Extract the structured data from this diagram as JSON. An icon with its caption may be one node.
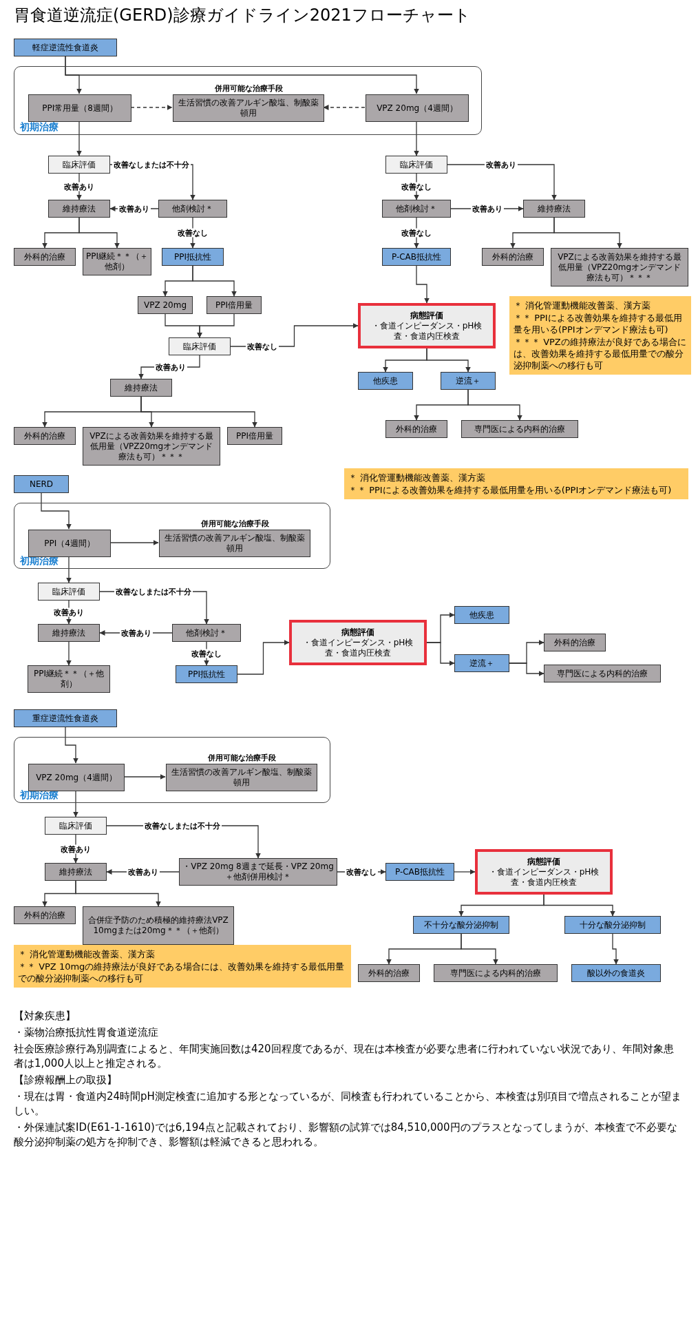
{
  "diagram": {
    "title": "胃食道逆流症(GERD)診療ガイドライン2021フローチャート",
    "nodes": [
      {
        "text": [
          "軽症逆流性食道炎"
        ]
      },
      {
        "text": [
          "初期治療"
        ]
      },
      {
        "text": [
          "PPI常用量（8週間）"
        ],
        "in": 1
      },
      {
        "text": [
          "併用可能な治療手段",
          "生活習慣の改善アルギン酸塩、制酸薬頓用"
        ],
        "in": 1
      },
      {
        "text": [
          "VPZ 20mg（4週間）"
        ],
        "in": 1
      },
      {
        "text": [
          "臨床評価"
        ]
      },
      {
        "text": [
          "維持療法"
        ]
      },
      {
        "text": [
          "他剤検討＊"
        ]
      },
      {
        "text": [
          "外科的治療"
        ]
      },
      {
        "text": [
          "PPI継続＊＊（＋他剤）"
        ]
      },
      {
        "text": [
          "PPI抵抗性"
        ]
      },
      {
        "text": [
          "VPZ 20mg"
        ]
      },
      {
        "text": [
          "PPI倍用量"
        ]
      },
      {
        "text": [
          "臨床評価"
        ]
      },
      {
        "text": [
          "維持療法"
        ]
      },
      {
        "text": [
          "外科的治療"
        ]
      },
      {
        "text": [
          "VPZによる改善効果を維持する最低用量（VPZ20mgオンデマンド療法も可）＊＊＊"
        ]
      },
      {
        "text": [
          "PPI倍用量"
        ]
      },
      {
        "text": [
          "臨床評価"
        ]
      },
      {
        "text": [
          "維持療法"
        ]
      },
      {
        "text": [
          "他剤検討＊"
        ]
      },
      {
        "text": [
          "外科的治療"
        ]
      },
      {
        "text": [
          "VPZによる改善効果を維持する最低用量（VPZ20mgオンデマンド療法も可）＊＊＊"
        ]
      },
      {
        "text": [
          "P-CAB抵抗性"
        ]
      },
      {
        "text": [
          "病態評価",
          "・食道インピーダンス・pH検査・食道内圧検査"
        ]
      },
      {
        "text": [
          "他疾患"
        ]
      },
      {
        "text": [
          "逆流＋"
        ]
      },
      {
        "text": [
          "外科的治療"
        ]
      },
      {
        "text": [
          "専門医による内科的治療"
        ]
      },
      {
        "text": [
          "NERD"
        ]
      },
      {
        "text": [
          "初期治療"
        ]
      },
      {
        "text": [
          "併用可能な治療手段",
          "生活習慣の改善アルギン酸塩、制酸薬頓用"
        ],
        "in": 30
      },
      {
        "text": [
          "PPI（4週間）"
        ],
        "in": 30
      },
      {
        "text": [
          "臨床評価"
        ]
      },
      {
        "text": [
          "維持療法"
        ]
      },
      {
        "text": [
          "他剤検討＊"
        ]
      },
      {
        "text": [
          "PPI継続＊＊（＋他剤）"
        ]
      },
      {
        "text": [
          "PPI抵抗性"
        ]
      },
      {
        "text": [
          "病態評価",
          "・食道インピーダンス・pH検査・食道内圧検査"
        ]
      },
      {
        "text": [
          "他疾患"
        ]
      },
      {
        "text": [
          "逆流＋"
        ]
      },
      {
        "text": [
          "外科的治療"
        ]
      },
      {
        "text": [
          "専門医による内科的治療"
        ]
      },
      {
        "text": [
          "重症逆流性食道炎"
        ]
      },
      {
        "text": [
          "初期治療"
        ]
      },
      {
        "text": [
          "VPZ 20mg（4週間）"
        ],
        "in": 44
      },
      {
        "text": [
          "併用可能な治療手段",
          "生活習慣の改善アルギン酸塩、制酸薬頓用"
        ],
        "in": 44
      },
      {
        "text": [
          "臨床評価"
        ]
      },
      {
        "text": [
          "維持療法"
        ]
      },
      {
        "text": [
          "・VPZ 20mg 8週まで延長・VPZ 20mg＋他剤併用検討＊"
        ]
      },
      {
        "text": [
          "外科的治療"
        ]
      },
      {
        "text": [
          "合併症予防のため積極的維持療法VPZ 10mgまたは20mg＊＊（＋他剤）"
        ]
      },
      {
        "text": [
          "P-CAB抵抗性"
        ]
      },
      {
        "text": [
          "病態評価",
          "・食道インピーダンス・pH検査・食道内圧検査"
        ]
      },
      {
        "text": [
          "不十分な酸分泌抑制"
        ]
      },
      {
        "text": [
          "十分な酸分泌抑制"
        ]
      },
      {
        "text": [
          "外科的治療"
        ]
      },
      {
        "text": [
          "専門医による内科的治療"
        ]
      },
      {
        "text": [
          "酸以外の食道炎"
        ]
      }
    ],
    "edges": [
      {
        "from": 0,
        "to": 2,
        "arrow": "to"
      },
      {
        "from": 0,
        "to": 4,
        "arrow": "to"
      },
      {
        "from": 2,
        "to": 3,
        "arrow": "to",
        "style": "dashed"
      },
      {
        "from": 4,
        "to": 3,
        "arrow": "to",
        "style": "dashed"
      },
      {
        "from": 2,
        "to": 5,
        "arrow": "to"
      },
      {
        "from": 5,
        "to": 6,
        "arrow": "to",
        "label": "改善あり"
      },
      {
        "from": 5,
        "to": 7,
        "arrow": "to",
        "label": "改善なしまたは不十分"
      },
      {
        "from": 7,
        "to": 6,
        "arrow": "to",
        "label": "改善あり"
      },
      {
        "from": 6,
        "to": 8,
        "arrow": "to"
      },
      {
        "from": 6,
        "to": 9,
        "arrow": "to"
      },
      {
        "from": 7,
        "to": 10,
        "arrow": "to",
        "label": "改善なし"
      },
      {
        "from": 10,
        "to": 11,
        "arrow": "to"
      },
      {
        "from": 10,
        "to": 12,
        "arrow": "to"
      },
      {
        "from": 11,
        "to": 13,
        "arrow": "to"
      },
      {
        "from": 12,
        "to": 13,
        "arrow": "to"
      },
      {
        "from": 13,
        "to": 14,
        "arrow": "to",
        "label": "改善あり"
      },
      {
        "from": 14,
        "to": 15,
        "arrow": "to"
      },
      {
        "from": 14,
        "to": 16,
        "arrow": "to"
      },
      {
        "from": 14,
        "to": 17,
        "arrow": "to"
      },
      {
        "from": 13,
        "to": 24,
        "arrow": "to",
        "label": "改善なし"
      },
      {
        "from": 4,
        "to": 18,
        "arrow": "to"
      },
      {
        "from": 18,
        "to": 19,
        "arrow": "to",
        "label": "改善あり"
      },
      {
        "from": 18,
        "to": 20,
        "arrow": "to",
        "label": "改善なし"
      },
      {
        "from": 20,
        "to": 19,
        "arrow": "to",
        "label": "改善あり"
      },
      {
        "from": 19,
        "to": 21,
        "arrow": "to"
      },
      {
        "from": 19,
        "to": 22,
        "arrow": "to"
      },
      {
        "from": 20,
        "to": 23,
        "arrow": "to",
        "label": "改善なし"
      },
      {
        "from": 23,
        "to": 24,
        "arrow": "to"
      },
      {
        "from": 24,
        "to": 25,
        "arrow": "to"
      },
      {
        "from": 24,
        "to": 26,
        "arrow": "to"
      },
      {
        "from": 26,
        "to": 27,
        "arrow": "to"
      },
      {
        "from": 26,
        "to": 28,
        "arrow": "to"
      },
      {
        "from": 29,
        "to": 32,
        "arrow": "to"
      },
      {
        "from": 32,
        "to": 31,
        "arrow": "to"
      },
      {
        "from": 32,
        "to": 33,
        "arrow": "to"
      },
      {
        "from": 33,
        "to": 34,
        "arrow": "to",
        "label": "改善あり"
      },
      {
        "from": 33,
        "to": 35,
        "arrow": "to",
        "label": "改善なしまたは不十分"
      },
      {
        "from": 35,
        "to": 34,
        "arrow": "to",
        "label": "改善あり"
      },
      {
        "from": 34,
        "to": 36,
        "arrow": "to"
      },
      {
        "from": 35,
        "to": 37,
        "arrow": "to",
        "label": "改善なし"
      },
      {
        "from": 37,
        "to": 38,
        "arrow": "to"
      },
      {
        "from": 38,
        "to": 39,
        "arrow": "to"
      },
      {
        "from": 38,
        "to": 40,
        "arrow": "to"
      },
      {
        "from": 40,
        "to": 41,
        "arrow": "to"
      },
      {
        "from": 40,
        "to": 42,
        "arrow": "to"
      },
      {
        "from": 43,
        "to": 45,
        "arrow": "to"
      },
      {
        "from": 45,
        "to": 46,
        "arrow": "to"
      },
      {
        "from": 45,
        "to": 47,
        "arrow": "to"
      },
      {
        "from": 47,
        "to": 48,
        "arrow": "to",
        "label": "改善あり"
      },
      {
        "from": 47,
        "to": 49,
        "arrow": "to",
        "label": "改善なしまたは不十分"
      },
      {
        "from": 49,
        "to": 48,
        "arrow": "to",
        "label": "改善あり"
      },
      {
        "from": 48,
        "to": 50,
        "arrow": "to"
      },
      {
        "from": 48,
        "to": 51,
        "arrow": "to"
      },
      {
        "from": 49,
        "to": 52,
        "arrow": "to",
        "label": "改善なし"
      },
      {
        "from": 52,
        "to": 53,
        "arrow": "to"
      },
      {
        "from": 53,
        "to": 54,
        "arrow": "to"
      },
      {
        "from": 53,
        "to": 55,
        "arrow": "to"
      },
      {
        "from": 54,
        "to": 56,
        "arrow": "to"
      },
      {
        "from": 54,
        "to": 57,
        "arrow": "to"
      },
      {
        "from": 55,
        "to": 58,
        "arrow": "to"
      }
    ],
    "labels": [
      "＊ 消化管運動機能改善薬、漢方薬",
      "＊＊ PPIによる改善効果を維持する最低用量を用いる(PPIオンデマンド療法も可)",
      "＊＊＊ VPZの維持療法が良好である場合には、改善効果を維持する最低用量での酸分泌抑制薬への移行も可",
      "＊ 消化管運動機能改善薬、漢方薬",
      "＊＊ PPIによる改善効果を維持する最低用量を用いる(PPIオンデマンド療法も可)",
      "＊ 消化管運動機能改善薬、漢方薬",
      "＊＊ VPZ 10mgの維持療法が良好である場合には、改善効果を維持する最低用量での酸分泌抑制薬への移行も可",
      "【対象疾患】",
      "・薬物治療抵抗性胃食道逆流症",
      "社会医療診療行為別調査によると、年間実施回数は420回程度であるが、現在は本検査が必要な患者に行われていない状況であり、年間対象患者は1,000人以上と推定される。",
      "【診療報酬上の取扱】",
      "・現在は胃・食道内24時間pH測定検査に追加する形となっているが、同検査も行われていることから、本検査は別項目で増点されることが望ましい。",
      "・外保連試案ID(E61-1-1610)では6,194点と記載されており、影響額の試算では84,510,000円のプラスとなってしまうが、本検査で不必要な酸分泌抑制薬の処方を抑制でき、影響額は軽減できると思われる。"
    ]
  }
}
